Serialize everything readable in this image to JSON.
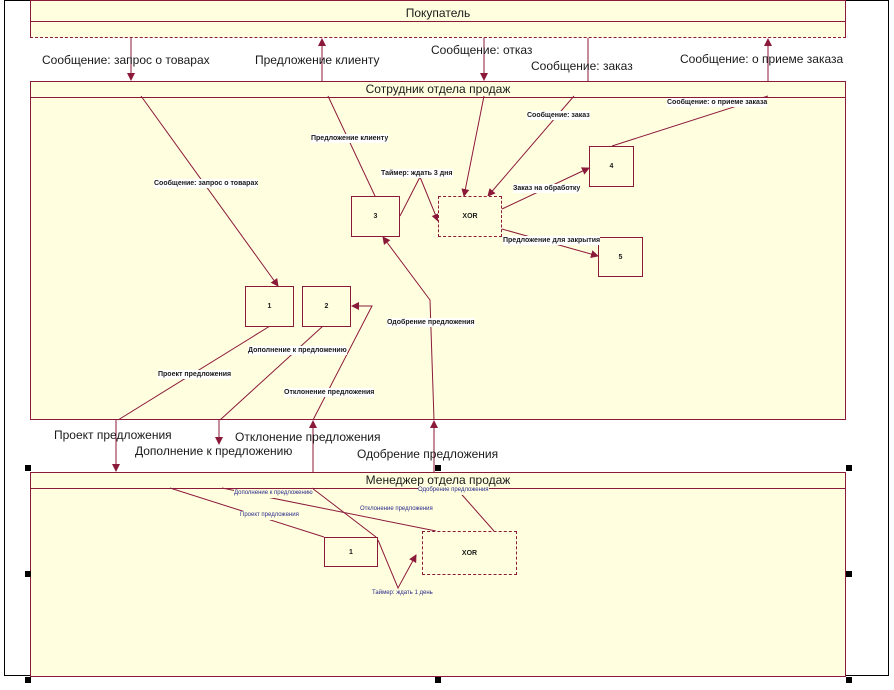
{
  "colors": {
    "lane_fill": "#ffffe0",
    "line": "#8b1a3a",
    "text": "#1a1a1a",
    "label_blue": "#2a2a8a"
  },
  "lanes": {
    "buyer": "Покупатель",
    "sales_employee": "Сотрудник отдела продаж",
    "sales_manager": "Менеджер отдела продаж"
  },
  "flows_top": {
    "request": "Сообщение: запрос о товарах",
    "offer": "Предложение клиенту",
    "refusal": "Сообщение: отказ",
    "order": "Сообщение: заказ",
    "order_accepted": "Сообщение: о приеме заказа"
  },
  "flows_middle": {
    "draft": "Проект предложения",
    "addition": "Дополнение к предложению",
    "rejection": "Отклонение предложения",
    "approval": "Одобрение предложения"
  },
  "employee_nodes": {
    "n1": "1",
    "n2": "2",
    "n3": "3",
    "xor": "XOR",
    "n4": "4",
    "n5": "5"
  },
  "employee_labels": {
    "request": "Сообщение: запрос о товарах",
    "offer": "Предложение клиенту",
    "timer": "Таймер: ждать 3 дня",
    "order": "Сообщение: заказ",
    "order_accepted": "Сообщение: о приеме заказа",
    "to_processing": "Заказ на обработку",
    "to_closing": "Предложение для закрытия",
    "approval": "Одобрение предложения",
    "addition": "Дополнение к предложению",
    "rejection": "Отклонение предложения",
    "draft": "Проект предложения"
  },
  "manager_nodes": {
    "n1": "1",
    "xor": "XOR"
  },
  "manager_labels": {
    "addition": "Дополнение к предложению",
    "approval": "Одобрение предложения",
    "rejection": "Отклонение предложения",
    "draft": "Проект предложения",
    "timer": "Таймер: ждать 1 день"
  }
}
